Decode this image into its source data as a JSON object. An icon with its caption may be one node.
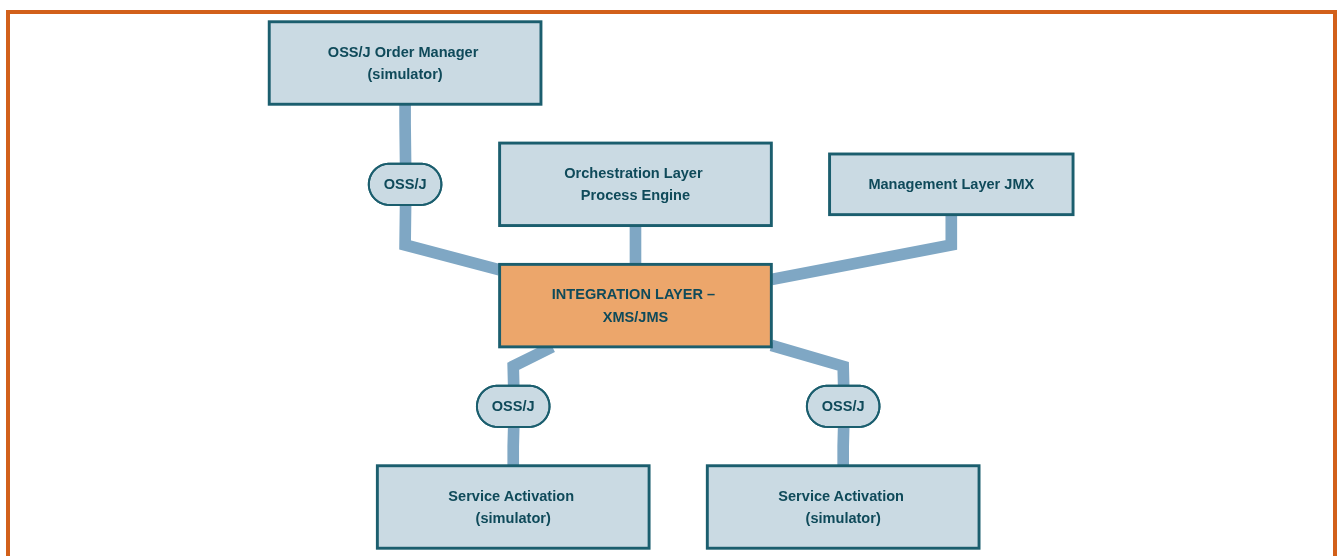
{
  "diagram": {
    "nodes": [
      {
        "text": [
          "OSS/J Order Manager (simulator)"
        ]
      },
      {
        "text": [
          "Orchestration Layer Process Engine"
        ]
      },
      {
        "text": [
          "Management Layer JMX"
        ]
      },
      {
        "text": [
          "OSS/J"
        ]
      },
      {
        "text": [
          "INTEGRATION LAYER – XMS/JMS"
        ]
      },
      {
        "text": [
          "OSS/J"
        ]
      },
      {
        "text": [
          "OSS/J"
        ]
      },
      {
        "text": [
          "Service Activation (simulator)"
        ]
      },
      {
        "text": [
          "Service Activation (simulator)"
        ]
      }
    ],
    "edges": [
      {
        "from": 0,
        "to": 3,
        "arrow": "none"
      },
      {
        "from": 3,
        "to": 4,
        "arrow": "none"
      },
      {
        "from": 1,
        "to": 4,
        "arrow": "none"
      },
      {
        "from": 2,
        "to": 4,
        "arrow": "none"
      },
      {
        "from": 4,
        "to": 5,
        "arrow": "none"
      },
      {
        "from": 5,
        "to": 7,
        "arrow": "none"
      },
      {
        "from": 4,
        "to": 6,
        "arrow": "none"
      },
      {
        "from": 6,
        "to": 8,
        "arrow": "none"
      }
    ]
  }
}
